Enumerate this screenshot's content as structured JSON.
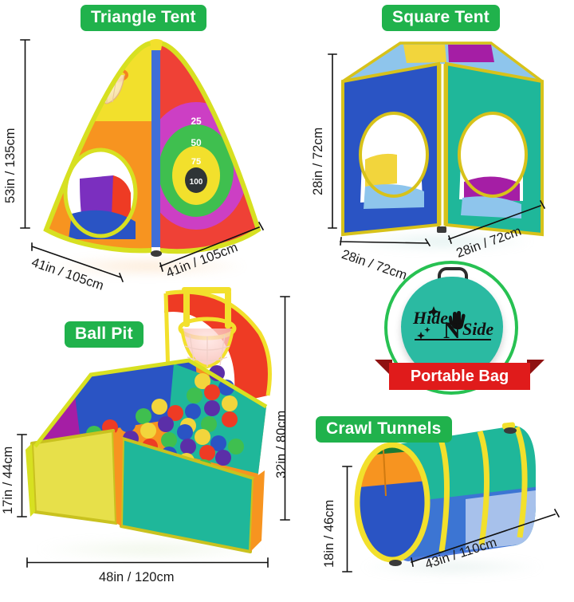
{
  "product": {
    "brand": "Hide N Side",
    "background_color": "#ffffff",
    "badge_color": "#20b24c",
    "badge_text_color": "#ffffff",
    "ribbon_color": "#e01b1b"
  },
  "sections": {
    "triangle_tent": {
      "label": "Triangle Tent",
      "dim_height": "53in  / 135cm",
      "dim_left": "41in / 105cm",
      "dim_right": "41in / 105cm",
      "target_scores": [
        "25",
        "50",
        "75",
        "100"
      ],
      "colors": {
        "panel_left": "#f79420",
        "panel_right": "#ef4136",
        "panel_top": "#f7e02e",
        "trim": "#d7e021",
        "ring_25": "#cc3fc4",
        "ring_50": "#3fbf4f",
        "ring_75": "#f2e02c",
        "ring_100": "#2f3436"
      }
    },
    "square_tent": {
      "label": "Square Tent",
      "dim_height": "28in / 72cm",
      "dim_left": "28in / 72cm",
      "dim_right": "28in / 72cm",
      "colors": {
        "face_left": "#2a54c4",
        "face_right": "#1fb79a",
        "top": "#8ec5ec",
        "accent_yellow": "#f2d53c",
        "accent_purple": "#a51ea5"
      }
    },
    "ball_pit": {
      "label": "Ball Pit",
      "dim_height_left": "17in  / 44cm",
      "dim_height_right": "32in  / 80cm",
      "dim_width": "48in  / 120cm",
      "colors": {
        "wall_yellow": "#e7e04a",
        "wall_teal": "#1fb79a",
        "wall_blue": "#2a54c4",
        "wall_orange": "#f79420",
        "wall_purple": "#a51ea5",
        "hoop_backboard": "#ef4136",
        "trim": "#f2e02c"
      }
    },
    "portable_bag": {
      "label": "Portable Bag",
      "logo_text": "Hide N Side",
      "colors": {
        "ring": "#27c152",
        "bag": "#2bbaa2",
        "handle": "#2d2d2d",
        "ribbon": "#e01b1b",
        "ribbon_tail": "#8f1212"
      }
    },
    "crawl_tunnels": {
      "label": "Crawl Tunnels",
      "dim_height": "18in  / 46cm",
      "dim_length": "43in / 110cm",
      "colors": {
        "top": "#1fb79a",
        "bottom": "#3f6fd8",
        "rib": "#f2e02c",
        "mouth_orange": "#f79420",
        "mouth_blue": "#2a54c4",
        "mouth_green": "#1b7a34"
      }
    }
  }
}
